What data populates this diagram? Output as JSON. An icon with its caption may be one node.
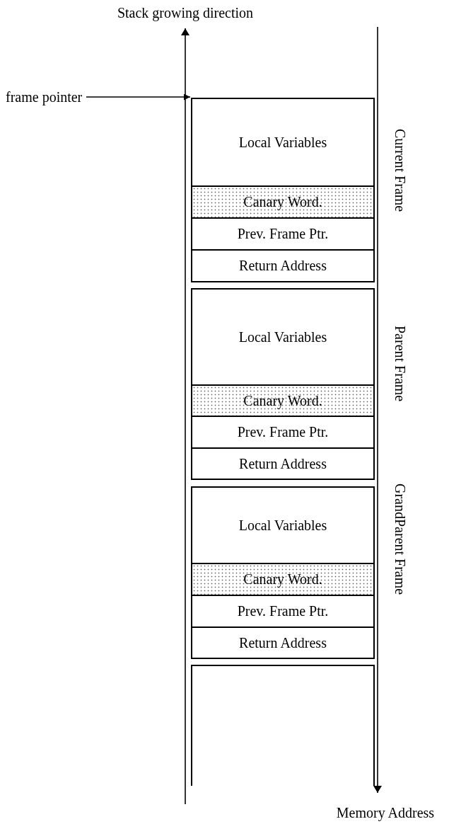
{
  "diagram": {
    "nodes": [
      {
        "text": [
          "frame pointer"
        ]
      },
      {
        "text": [
          "Local Variables"
        ]
      },
      {
        "text": [
          "Canary Word."
        ]
      },
      {
        "text": [
          "Prev. Frame Ptr."
        ]
      },
      {
        "text": [
          "Return Address"
        ]
      },
      {
        "text": [
          "Local Variables"
        ]
      },
      {
        "text": [
          "Canary Word."
        ]
      },
      {
        "text": [
          "Prev. Frame Ptr."
        ]
      },
      {
        "text": [
          "Return Address"
        ]
      },
      {
        "text": [
          "Local Variables"
        ]
      },
      {
        "text": [
          "Canary Word."
        ]
      },
      {
        "text": [
          "Prev. Frame Ptr."
        ]
      },
      {
        "text": [
          "Return Address"
        ]
      },
      {
        "text": [],
        "shape": "box"
      }
    ],
    "edges": [
      {
        "from": 0,
        "to": 1,
        "arrow": "to"
      }
    ],
    "labels": [
      "Stack growing direction",
      "Current Frame",
      "Parent Frame",
      "GrandParent Frame",
      "Memory Address"
    ]
  }
}
